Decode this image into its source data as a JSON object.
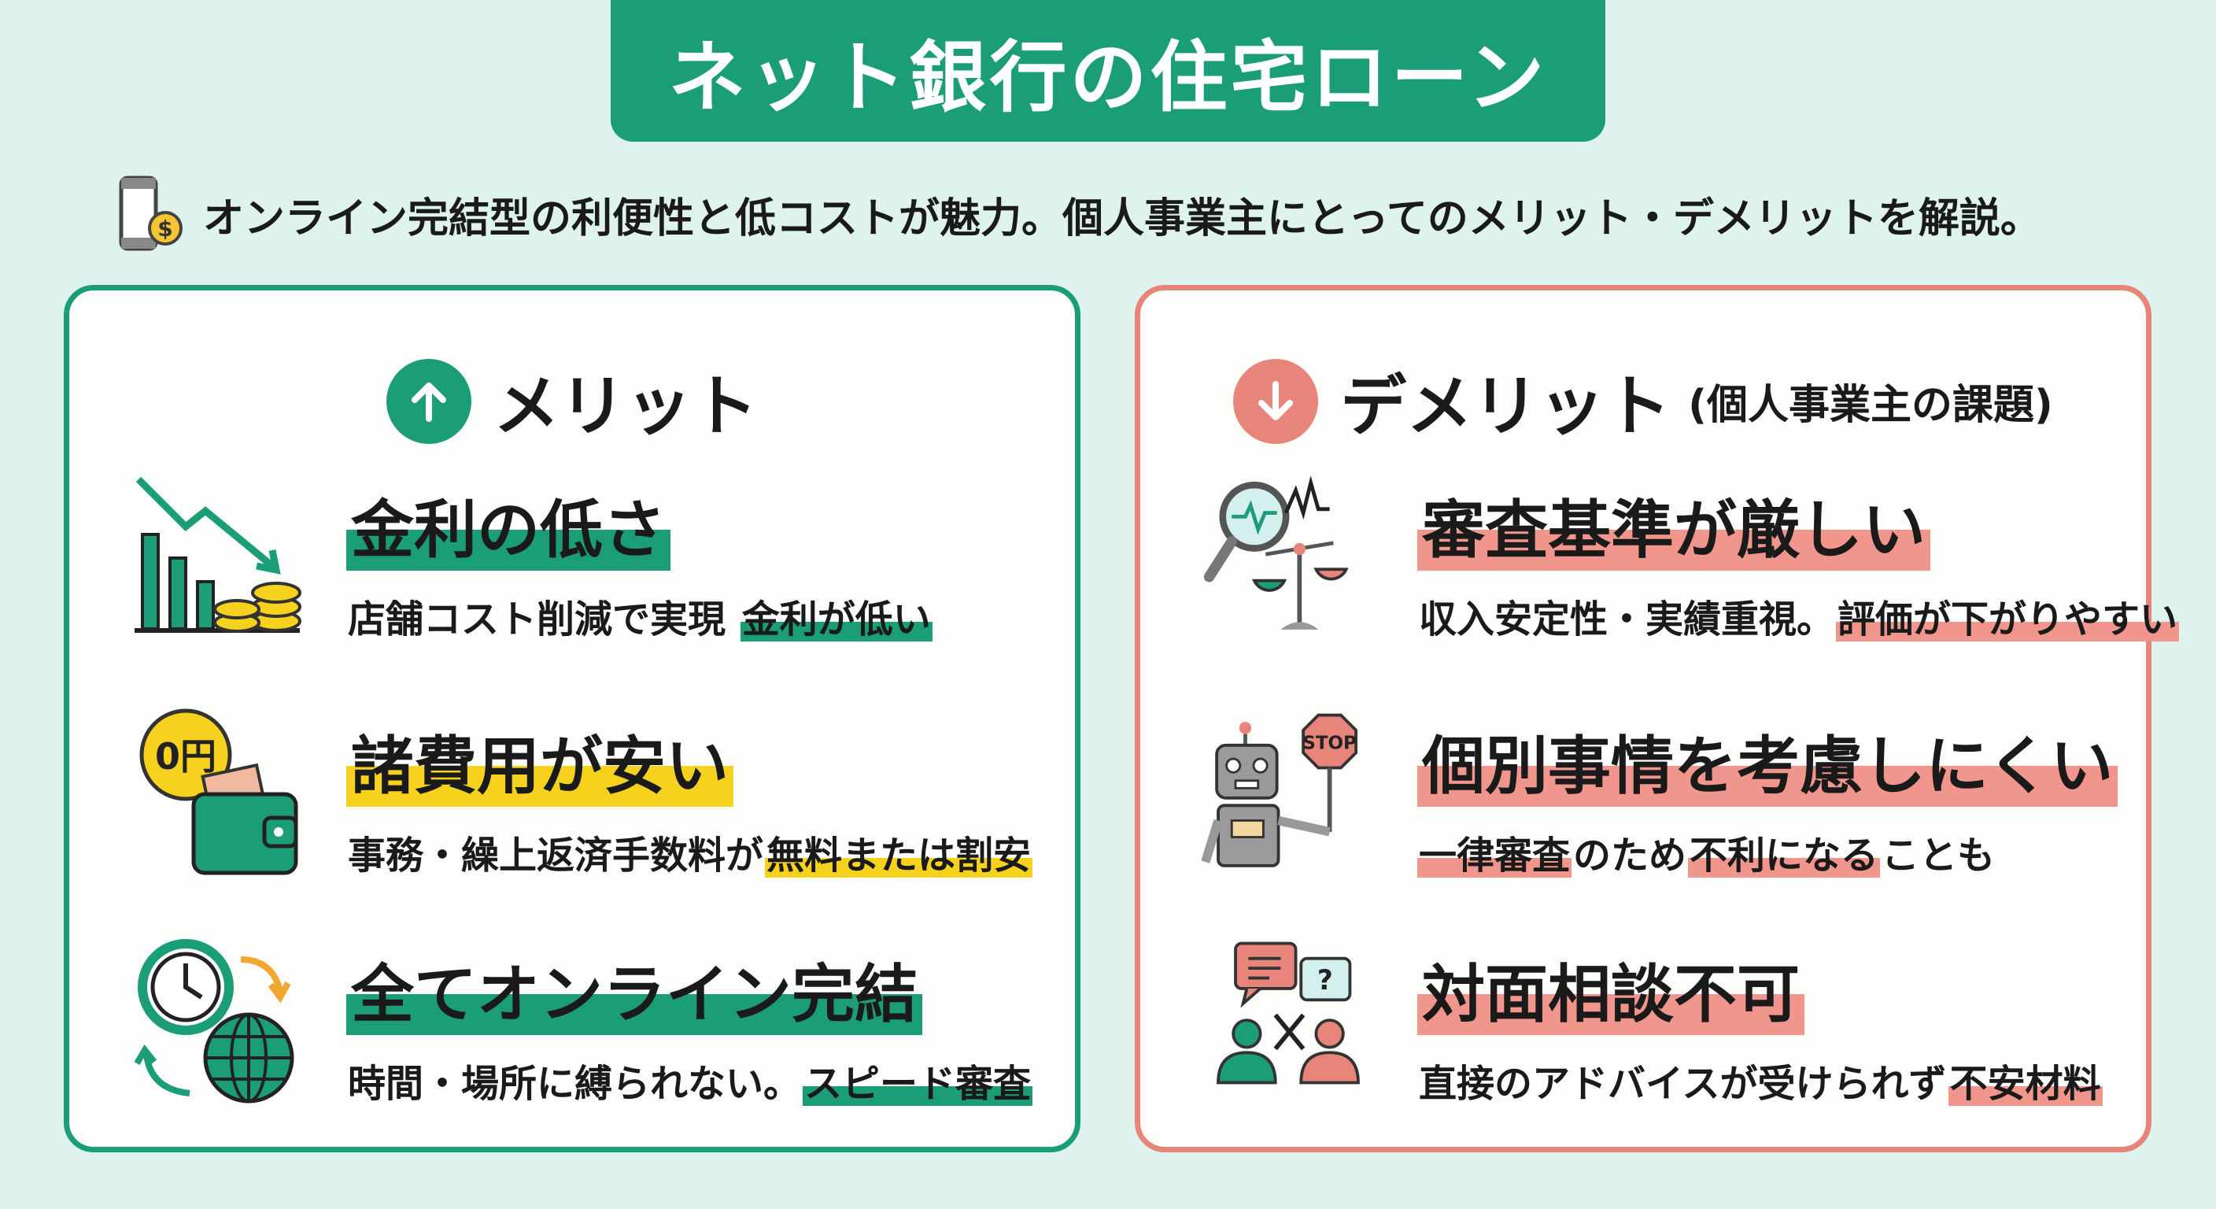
{
  "header": {
    "title": "ネット銀行の住宅ローン"
  },
  "subtitle": {
    "text": "オンライン完結型の利便性と低コストが魅力。個人事業主にとってのメリット・デメリットを解説。",
    "icon": "smartphone-dollar-icon"
  },
  "colors": {
    "green": "#1b9d77",
    "red": "#e8857b",
    "yellow": "#f6d21e",
    "background": "#def3ee"
  },
  "merits": {
    "heading": "メリット",
    "icon": "arrow-up-icon",
    "items": [
      {
        "title": "金利の低さ",
        "title_hl": "green",
        "icon": "chart-down-coins-icon",
        "desc": [
          {
            "text": "店舗コスト削減で実現 ",
            "hl": ""
          },
          {
            "text": "金利が低い",
            "hl": "green"
          }
        ]
      },
      {
        "title": "諸費用が安い",
        "title_hl": "yellow",
        "icon": "wallet-zero-yen-icon",
        "badge": "0円",
        "desc": [
          {
            "text": "事務・繰上返済手数料が",
            "hl": ""
          },
          {
            "text": "無料または割安",
            "hl": "yellow"
          }
        ]
      },
      {
        "title": "全てオンライン完結",
        "title_hl": "green",
        "icon": "clock-globe-icon",
        "desc": [
          {
            "text": "時間・場所に縛られない。",
            "hl": ""
          },
          {
            "text": "スピード審査",
            "hl": "green"
          }
        ]
      }
    ]
  },
  "demerits": {
    "heading": "デメリット",
    "heading_note": "(個人事業主の課題)",
    "icon": "arrow-down-icon",
    "items": [
      {
        "title": "審査基準が厳しい",
        "title_hl": "red",
        "icon": "magnifier-scale-icon",
        "desc": [
          {
            "text": "収入安定性・実績重視。",
            "hl": ""
          },
          {
            "text": "評価が下がりやすい",
            "hl": "red"
          }
        ]
      },
      {
        "title": "個別事情を考慮しにくい",
        "title_hl": "red",
        "icon": "robot-stop-icon",
        "badge": "STOP",
        "desc": [
          {
            "text": "一律審査",
            "hl": "red"
          },
          {
            "text": "のため",
            "hl": ""
          },
          {
            "text": "不利になる",
            "hl": "red"
          },
          {
            "text": "ことも",
            "hl": ""
          }
        ]
      },
      {
        "title": "対面相談不可",
        "title_hl": "red",
        "icon": "no-consultation-icon",
        "desc": [
          {
            "text": "直接のアドバイスが受けられず",
            "hl": ""
          },
          {
            "text": "不安材料",
            "hl": "red"
          }
        ]
      }
    ]
  }
}
